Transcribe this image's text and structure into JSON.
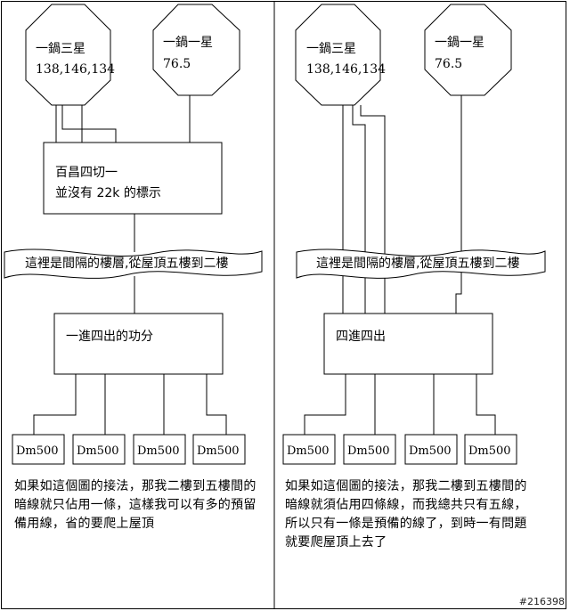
{
  "left": {
    "oct_a_line1": "一鍋三星",
    "oct_a_line2": "138,146,134",
    "oct_b_line1": "一鍋一星",
    "oct_b_line2": "76.5",
    "box_top_line1": "百昌四切一",
    "box_top_line2": "並沒有 22k 的標示",
    "banner": "這裡是間隔的樓層,從屋頂五樓到二樓",
    "box_mid": "一進四出的功分",
    "outputs": [
      "Dm500",
      "Dm500",
      "Dm500",
      "Dm500"
    ],
    "note": "如果如這個圖的接法，那我二樓到五樓間的\n暗線就只佔用一條，這樣我可以有多的預留\n備用線，省的要爬上屋頂"
  },
  "right": {
    "oct_a_line1": "一鍋三星",
    "oct_a_line2": "138,146,134",
    "oct_b_line1": "一鍋一星",
    "oct_b_line2": "76.5",
    "banner": "這裡是間隔的樓層,從屋頂五樓到二樓",
    "box_mid": "四進四出",
    "outputs": [
      "Dm500",
      "Dm500",
      "Dm500",
      "Dm500"
    ],
    "note": "如果如這個圖的接法，那我二樓到五樓間的\n暗線就須佔用四條線，而我總共只有五線，\n所以只有一條是預備的線了，到時一有問題\n就要爬屋頂上去了"
  },
  "watermark": "#216398"
}
